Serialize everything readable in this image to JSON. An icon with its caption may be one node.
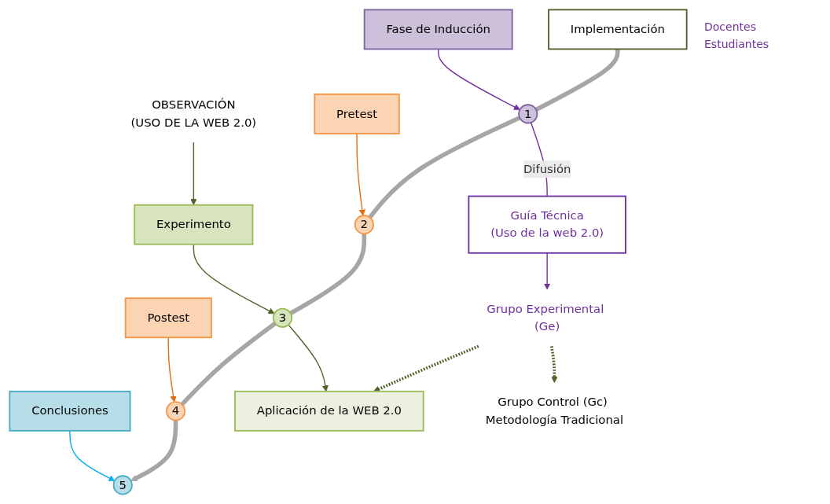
{
  "diagram": {
    "nodes": [
      {
        "text": [
          "OBSERVACIÓN",
          "(USO DE LA WEB 2.0)"
        ]
      },
      {
        "text": [
          "Fase de Inducción"
        ]
      },
      {
        "text": [
          "Pretest"
        ]
      },
      {
        "text": [
          "Experimento"
        ]
      },
      {
        "text": [
          "Postest"
        ]
      },
      {
        "text": [
          "Conclusiones"
        ]
      },
      {
        "text": [
          "Implementación"
        ]
      },
      {
        "text": [
          "1"
        ]
      },
      {
        "text": [
          "2"
        ]
      },
      {
        "text": [
          "3"
        ]
      },
      {
        "text": [
          "4"
        ]
      },
      {
        "text": [
          "5"
        ]
      },
      {
        "text": [
          "Guía Técnica",
          "(Uso de la web 2.0)"
        ]
      },
      {
        "text": [
          "Aplicación de la WEB 2.0"
        ]
      },
      {
        "text": [
          "Grupo Experimental (Ge)"
        ]
      },
      {
        "text": [
          "Grupo Control (Gc) Metodología Tradicional"
        ]
      }
    ],
    "edges": [
      {
        "from": 0,
        "to": 3,
        "arrow": "to",
        "color": "#4f6228"
      },
      {
        "from": 1,
        "to": 7,
        "arrow": "to",
        "color": "#7030a0"
      },
      {
        "from": 2,
        "to": 8,
        "arrow": "to",
        "color": "#e46c0a"
      },
      {
        "from": 3,
        "to": 9,
        "arrow": "to",
        "color": "#4f6228"
      },
      {
        "from": 4,
        "to": 10,
        "arrow": "to",
        "color": "#e46c0a"
      },
      {
        "from": 5,
        "to": 11,
        "arrow": "to",
        "color": "#00b0f0"
      },
      {
        "from": 6,
        "to": 7,
        "arrow": "none",
        "style": "thick",
        "color": "#a6a6a6"
      },
      {
        "from": 7,
        "to": 8,
        "arrow": "none",
        "style": "thick",
        "color": "#a6a6a6"
      },
      {
        "from": 8,
        "to": 9,
        "arrow": "none",
        "style": "thick",
        "color": "#a6a6a6"
      },
      {
        "from": 9,
        "to": 10,
        "arrow": "none",
        "style": "thick",
        "color": "#a6a6a6"
      },
      {
        "from": 10,
        "to": 11,
        "arrow": "to",
        "style": "thick",
        "color": "#a6a6a6"
      },
      {
        "from": 7,
        "to": 12,
        "arrow": "none",
        "label": "Difusión",
        "color": "#7030a0"
      },
      {
        "from": 12,
        "to": 14,
        "arrow": "to",
        "color": "#7030a0"
      },
      {
        "from": 9,
        "to": 13,
        "arrow": "to",
        "color": "#4f6228"
      },
      {
        "from": 14,
        "to": 13,
        "arrow": "to",
        "style": "dashed",
        "color": "#4f6228"
      },
      {
        "from": 14,
        "to": 15,
        "arrow": "to",
        "style": "dashed",
        "color": "#4f6228"
      }
    ],
    "labels": [
      "Docentes",
      "Estudiantes"
    ]
  }
}
